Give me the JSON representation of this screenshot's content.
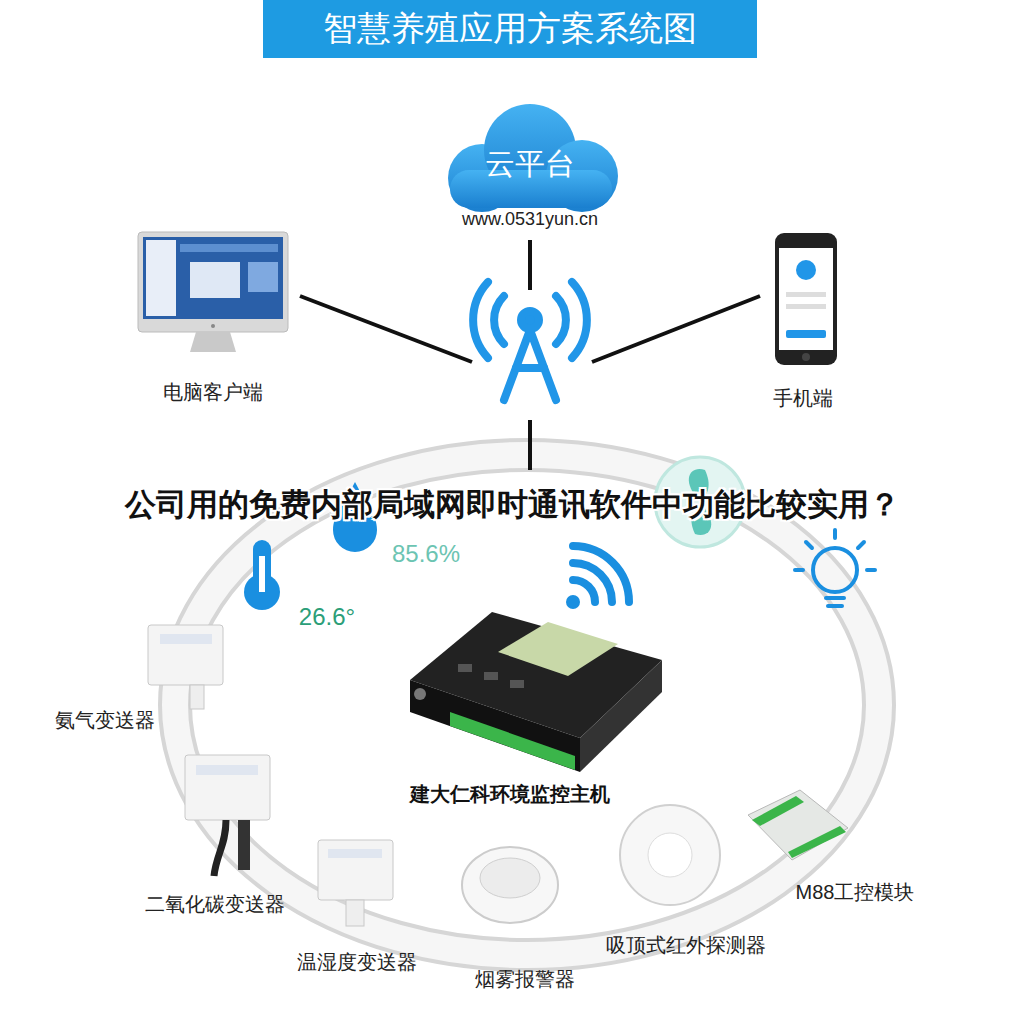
{
  "diagram": {
    "title": "智慧养殖应用方案系统图",
    "nodes": [
      {
        "text": [
          "云平台",
          "www.0531yun.cn"
        ]
      },
      {
        "text": [
          "电脑客户端"
        ]
      },
      {
        "text": [
          "手机端"
        ]
      },
      {
        "text": [
          "建大仁科环境监控主机"
        ]
      },
      {
        "text": [
          "氨气变送器"
        ]
      },
      {
        "text": [
          "二氧化碳变送器"
        ]
      },
      {
        "text": [
          "温湿度变送器"
        ]
      },
      {
        "text": [
          "烟雾报警器"
        ]
      },
      {
        "text": [
          "吸顶式红外探测器"
        ]
      },
      {
        "text": [
          "M88工控模块"
        ]
      }
    ],
    "labels": [
      "公司用的免费内部局域网即时通讯软件中功能比较实用？",
      "85.6%",
      "26.6°"
    ]
  }
}
